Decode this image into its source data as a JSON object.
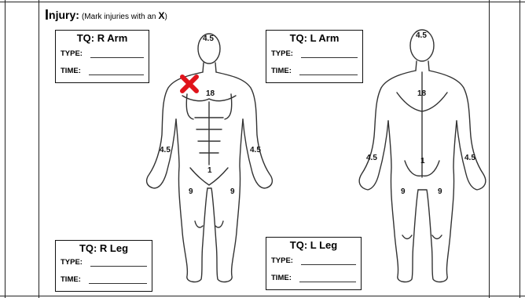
{
  "header": {
    "first_letter": "I",
    "title_rest": "njury:",
    "instruction": "(Mark injuries with an",
    "mark": "X",
    "close_paren": ")"
  },
  "tourniquet_boxes": [
    {
      "title": "TQ:  R Arm",
      "type_label": "TYPE:",
      "time_label": "TIME:"
    },
    {
      "title": "TQ:  L Arm",
      "type_label": "TYPE:",
      "time_label": "TIME:"
    },
    {
      "title": "TQ:  R Leg",
      "type_label": "TYPE:",
      "time_label": "TIME:"
    },
    {
      "title": "TQ:  L Leg",
      "type_label": "TYPE:",
      "time_label": "TIME:"
    }
  ],
  "front_figure": {
    "head": "4.5",
    "chest": "18",
    "right_arm": "4.5",
    "left_arm": "4.5",
    "groin": "1",
    "right_leg": "9",
    "left_leg": "9"
  },
  "back_figure": {
    "head": "4.5",
    "back": "18",
    "left_arm": "4.5",
    "right_arm": "4.5",
    "groin": "1",
    "left_leg": "9",
    "right_leg": "9"
  },
  "injury_marker": {
    "icon": "red-x-mark-icon",
    "color": "#e0141b"
  },
  "colors": {
    "line": "#222222",
    "figure": "#333333"
  }
}
